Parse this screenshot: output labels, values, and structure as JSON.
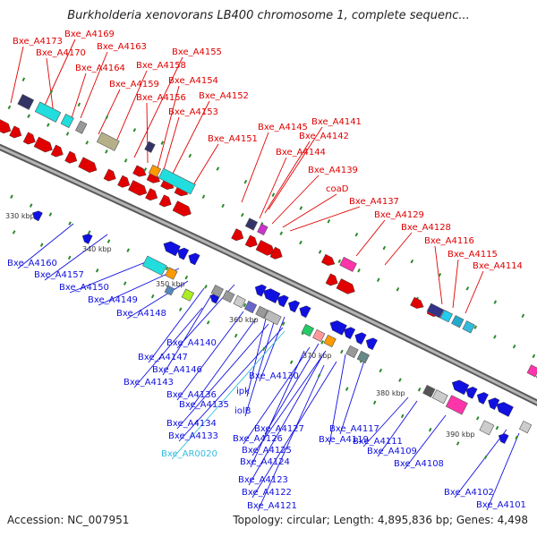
{
  "title": "Burkholderia xenovorans LB400 chromosome 1, complete sequenc...",
  "footer": {
    "accession": "Accession: NC_007951",
    "topology": "Topology: circular; Length: 4,895,836 bp; Genes: 4,498"
  },
  "colors": {
    "forward": "#e00000",
    "reverse": "#1010e0",
    "rna": "#33bbdd",
    "backbone": "#909090"
  },
  "ticks": [
    "330 kbp",
    "340 kbp",
    "350 kbp",
    "360 kbp",
    "370 kbp",
    "380 kbp",
    "390 kbp"
  ],
  "forward_genes": [
    "Bxe_A4173",
    "Bxe_A4169",
    "Bxe_A4170",
    "Bxe_A4163",
    "Bxe_A4164",
    "Bxe_A4155",
    "Bxe_A4158",
    "Bxe_A4159",
    "Bxe_A4156",
    "Bxe_A4154",
    "Bxe_A4152",
    "Bxe_A4153",
    "Bxe_A4151",
    "Bxe_A4145",
    "Bxe_A4141",
    "Bxe_A4142",
    "Bxe_A4144",
    "Bxe_A4139",
    "coaD",
    "Bxe_A4137",
    "Bxe_A4129",
    "Bxe_A4128",
    "Bxe_A4116",
    "Bxe_A4115",
    "Bxe_A4114"
  ],
  "reverse_genes": [
    "Bxe_A4160",
    "Bxe_A4157",
    "Bxe_A4150",
    "Bxe_A4149",
    "Bxe_A4148",
    "Bxe_A4140",
    "Bxe_A4147",
    "Bxe_A4146",
    "Bxe_A4143",
    "Bxe_A4130",
    "Bxe_A4136",
    "ipk",
    "Bxe_A4135",
    "iolB",
    "Bxe_A4134",
    "Bxe_A4133",
    "Bxe_A4127",
    "Bxe_A4117",
    "Bxe_A4126",
    "Bxe_A4119",
    "Bxe_A4125",
    "Bxe_A4111",
    "Bxe_A4124",
    "Bxe_A4109",
    "Bxe_A4108",
    "Bxe_A4123",
    "Bxe_A4122",
    "Bxe_A4121",
    "Bxe_A4102",
    "Bxe_A4101"
  ],
  "rna_genes": [
    "Bxe_AR0020"
  ]
}
